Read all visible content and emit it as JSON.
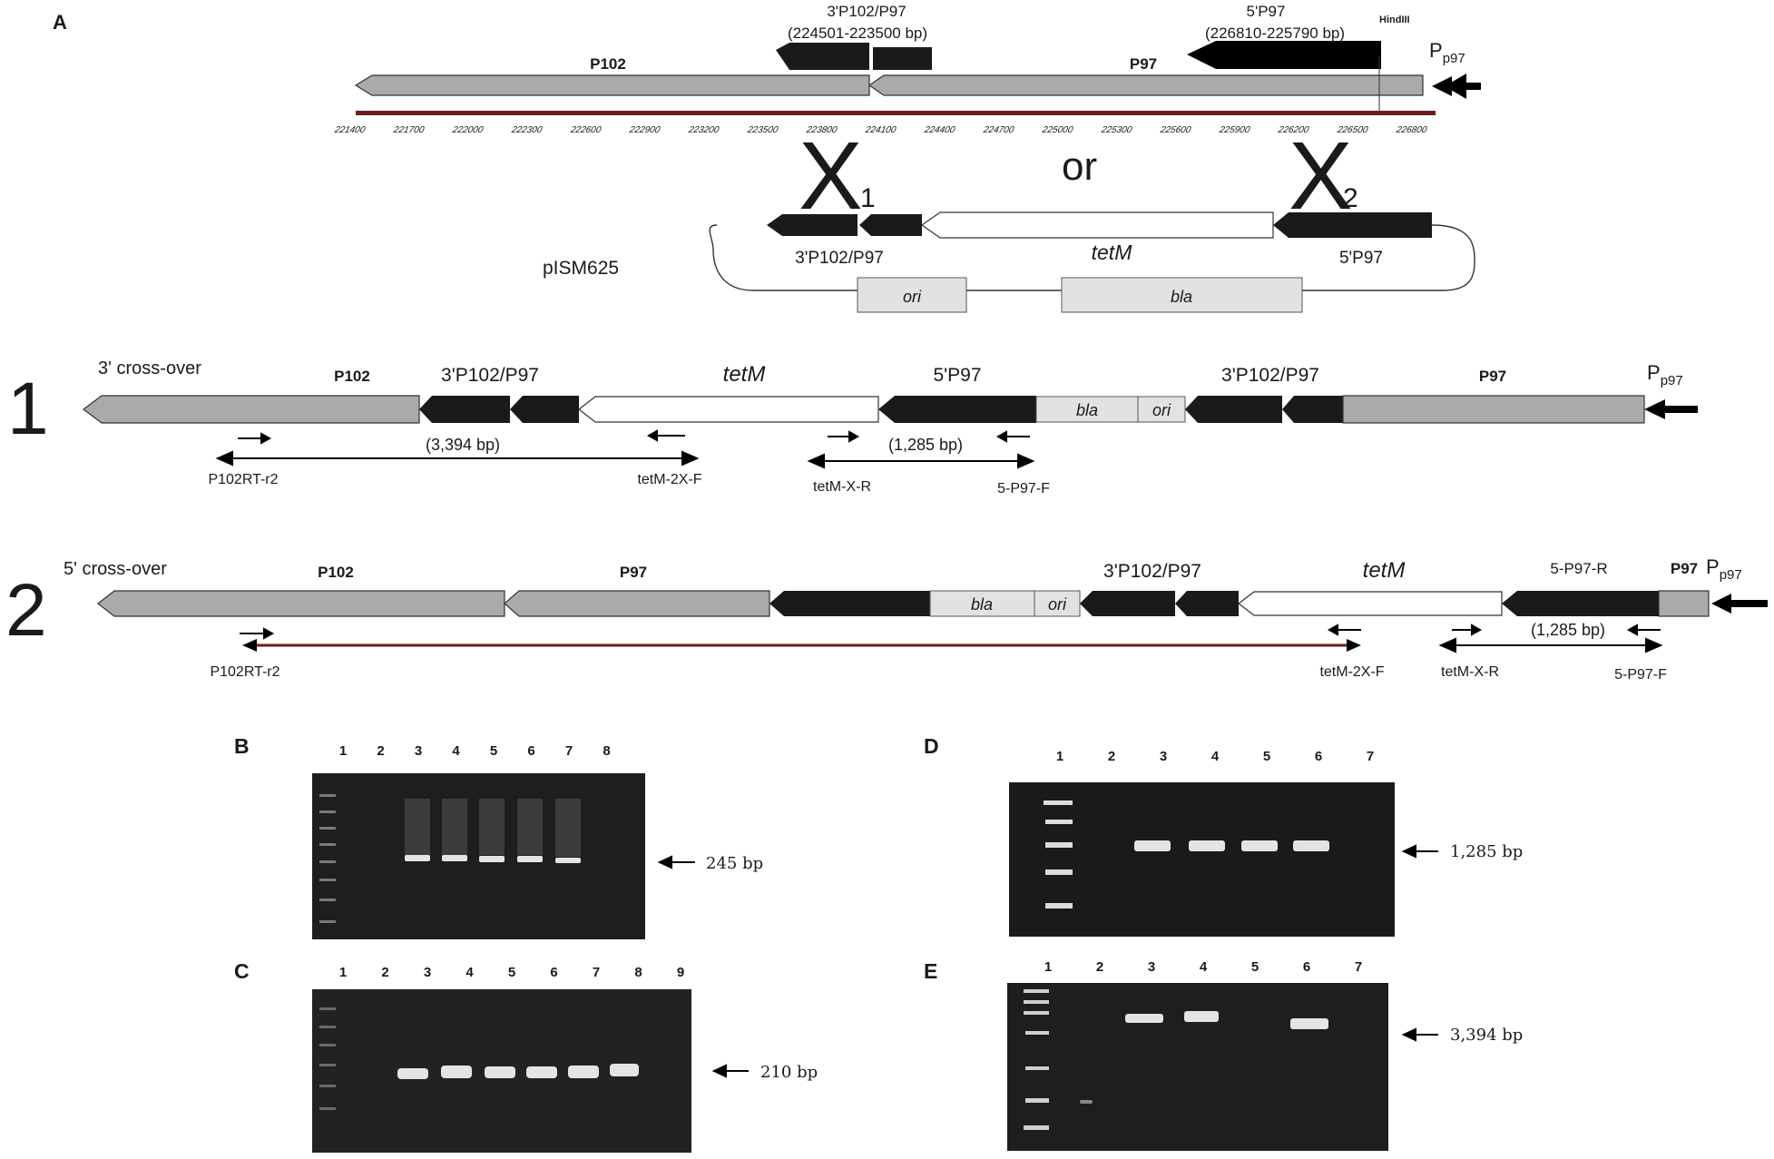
{
  "panel_letters": {
    "a": "A",
    "b": "B",
    "c": "C",
    "d": "D",
    "e": "E"
  },
  "panel_a": {
    "genes": {
      "p102": "P102",
      "p97": "P97"
    },
    "top_fragment_3": {
      "name": "3'P102/P97",
      "range": "(224501-223500 bp)"
    },
    "top_fragment_5": {
      "name": "5'P97",
      "range": "(226810-225790 bp)"
    },
    "hindiii": "HindIII",
    "promoter": {
      "main": "P",
      "sub": "p97"
    },
    "ruler_ticks": [
      "221400",
      "221700",
      "222000",
      "222300",
      "222600",
      "222900",
      "223200",
      "223500",
      "223800",
      "224100",
      "224400",
      "224700",
      "225000",
      "225300",
      "225600",
      "225900",
      "226200",
      "226500",
      "226800"
    ],
    "x_letter": "X",
    "x1_sub": "1",
    "x2_sub": "2",
    "or": "or",
    "plasmid": {
      "name": "pISM625",
      "label_3": "3'P102/P97",
      "label_tet": "tetM",
      "label_5": "5'P97",
      "ori": "ori",
      "bla": "bla"
    }
  },
  "row1": {
    "number": "1",
    "title": "3' cross-over",
    "p102": "P102",
    "frag3": "3'P102/P97",
    "tet": "tetM",
    "frag5": "5'P97",
    "bla": "bla",
    "ori": "ori",
    "frag3b": "3'P102/P97",
    "p97": "P97",
    "size_a": "(3,394 bp)",
    "size_b": "(1,285 bp)",
    "primer_1": "P102RT-r2",
    "primer_2": "tetM-2X-F",
    "primer_3": "tetM-X-R",
    "primer_4": "5-P97-F"
  },
  "row2": {
    "number": "2",
    "title": "5' cross-over",
    "p102": "P102",
    "p97": "P97",
    "bla": "bla",
    "ori": "ori",
    "frag3": "3'P102/P97",
    "tet": "tetM",
    "frag5": "5-P97-R",
    "p97_end": "P97",
    "size_b": "(1,285 bp)",
    "primer_1": "P102RT-r2",
    "primer_2": "tetM-2X-F",
    "primer_3": "tetM-X-R",
    "primer_4": "5-P97-F"
  },
  "gels": {
    "b": {
      "lanes": [
        "1",
        "2",
        "3",
        "4",
        "5",
        "6",
        "7",
        "8"
      ],
      "band": "245 bp"
    },
    "c": {
      "lanes": [
        "1",
        "2",
        "3",
        "4",
        "5",
        "6",
        "7",
        "8",
        "9"
      ],
      "band": "210 bp"
    },
    "d": {
      "lanes": [
        "1",
        "2",
        "3",
        "4",
        "5",
        "6",
        "7"
      ],
      "band": "1,285 bp"
    },
    "e": {
      "lanes": [
        "1",
        "2",
        "3",
        "4",
        "5",
        "6",
        "7"
      ],
      "band": "3,394 bp"
    }
  },
  "colors": {
    "gene_gray": "#aaaaaa",
    "dark": "#1a1a1a",
    "light_box": "#e2e2e2",
    "gel_bg": "#1e1e1e",
    "band": "#e4e4e4",
    "ruler": "#6b1d1d"
  }
}
